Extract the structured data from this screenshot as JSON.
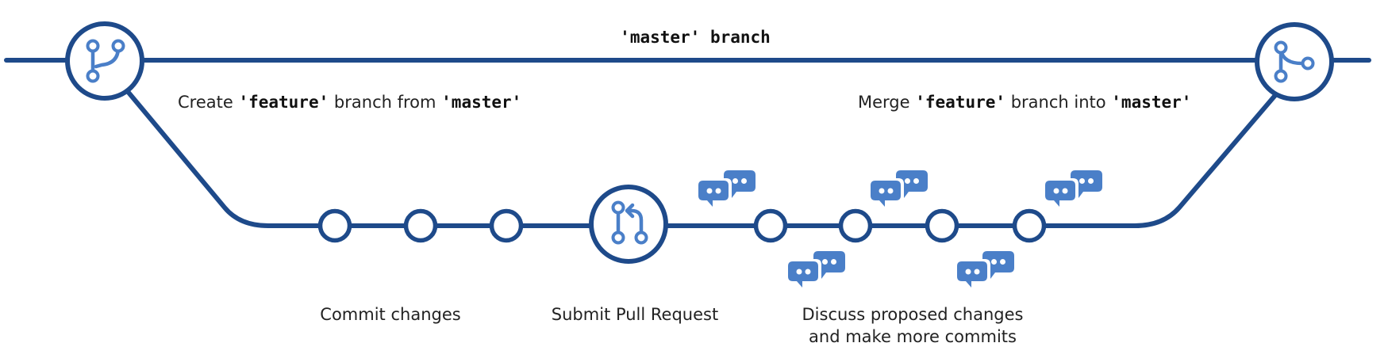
{
  "diagram": {
    "master_title": "'master' branch",
    "create_label": {
      "pre": "Create ",
      "feature": "'feature'",
      "mid": " branch from ",
      "master": "'master'"
    },
    "merge_label": {
      "pre": "Merge ",
      "feature": "'feature'",
      "mid": " branch into ",
      "master": "'master'"
    },
    "step_commit": "Commit changes",
    "step_pr": "Submit Pull Request",
    "step_discuss_line1": "Discuss proposed changes",
    "step_discuss_line2": "and make more commits"
  },
  "colors": {
    "line": "#1e4a8a",
    "icon": "#4a7fc8",
    "text": "#222222"
  },
  "icons": {
    "branch_node": "git-branch-icon",
    "merge_node": "git-merge-icon",
    "pull_request_node": "git-pull-request-icon",
    "comment": "comment-discussion-icon"
  }
}
